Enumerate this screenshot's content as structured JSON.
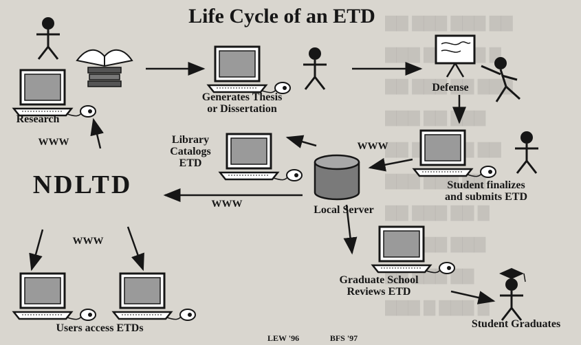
{
  "title": "Life Cycle of an ETD",
  "hub_label": "NDLTD",
  "network_label": "WWW",
  "nodes": {
    "research": "Research",
    "generates": "Generates Thesis\nor Dissertation",
    "defense": "Defense",
    "finalizes": "Student finalizes\nand submits ETD",
    "server": "Local Server",
    "library": "Library\nCatalogs\nETD",
    "grad_school": "Graduate School\nReviews ETD",
    "graduates": "Student Graduates",
    "users": "Users access ETDs"
  },
  "credits": {
    "left": "LEW '96",
    "right": "BFS '97"
  },
  "colors": {
    "background": "#d9d6cf",
    "ink": "#161616",
    "screen": "#9a9a9a",
    "server": "#7a7a7a"
  }
}
